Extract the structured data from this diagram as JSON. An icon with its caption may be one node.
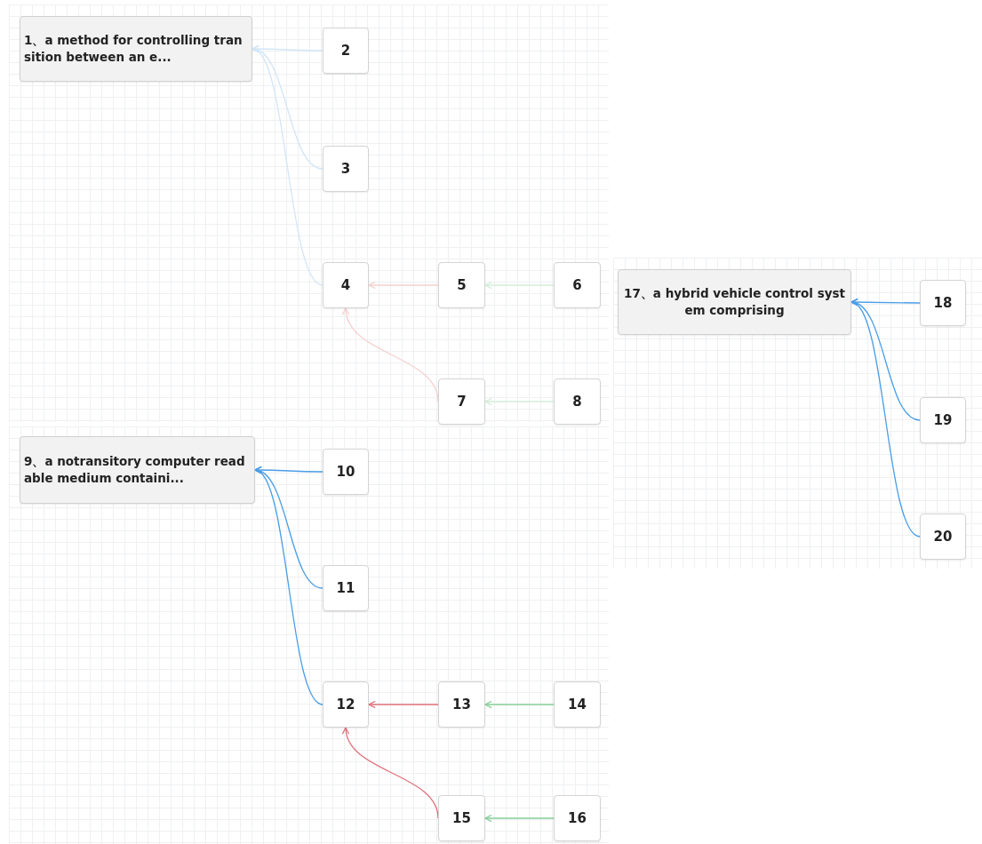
{
  "diagram": {
    "nodes": [
      {
        "text": [
          "1、a method for controlling transition between an e..."
        ]
      },
      {
        "text": [
          "2"
        ]
      },
      {
        "text": [
          "3"
        ]
      },
      {
        "text": [
          "4"
        ]
      },
      {
        "text": [
          "5"
        ]
      },
      {
        "text": [
          "6"
        ]
      },
      {
        "text": [
          "7"
        ]
      },
      {
        "text": [
          "8"
        ]
      },
      {
        "text": [
          "9、a notransitory computer readable medium containi..."
        ]
      },
      {
        "text": [
          "10"
        ]
      },
      {
        "text": [
          "11"
        ]
      },
      {
        "text": [
          "12"
        ]
      },
      {
        "text": [
          "13"
        ]
      },
      {
        "text": [
          "14"
        ]
      },
      {
        "text": [
          "15"
        ]
      },
      {
        "text": [
          "16"
        ]
      },
      {
        "text": [
          "17、a hybrid vehicle control system comprising"
        ]
      },
      {
        "text": [
          "18"
        ]
      },
      {
        "text": [
          "19"
        ]
      },
      {
        "text": [
          "20"
        ]
      }
    ],
    "edges": [
      {
        "from": 1,
        "to": 0,
        "arrow": "to",
        "color": "#d3e6f7"
      },
      {
        "from": 2,
        "to": 0,
        "arrow": "to",
        "color": "#d3e6f7"
      },
      {
        "from": 3,
        "to": 0,
        "arrow": "to",
        "color": "#d3e6f7"
      },
      {
        "from": 4,
        "to": 3,
        "arrow": "to",
        "color": "#f7d0d0"
      },
      {
        "from": 5,
        "to": 4,
        "arrow": "to",
        "color": "#d3ecd9"
      },
      {
        "from": 6,
        "to": 3,
        "arrow": "to",
        "color": "#f7d0d0"
      },
      {
        "from": 7,
        "to": 6,
        "arrow": "to",
        "color": "#d3ecd9"
      },
      {
        "from": 9,
        "to": 8,
        "arrow": "to"
      },
      {
        "from": 10,
        "to": 8,
        "arrow": "to"
      },
      {
        "from": 11,
        "to": 8,
        "arrow": "to"
      },
      {
        "from": 12,
        "to": 11,
        "arrow": "to",
        "color": "#e0707a"
      },
      {
        "from": 13,
        "to": 12,
        "arrow": "to",
        "color": "#86cf98"
      },
      {
        "from": 14,
        "to": 11,
        "arrow": "to",
        "color": "#e0707a"
      },
      {
        "from": 15,
        "to": 14,
        "arrow": "to",
        "color": "#86cf98"
      },
      {
        "from": 17,
        "to": 16,
        "arrow": "to"
      },
      {
        "from": 18,
        "to": 16,
        "arrow": "to"
      },
      {
        "from": 19,
        "to": 16,
        "arrow": "to"
      }
    ]
  }
}
